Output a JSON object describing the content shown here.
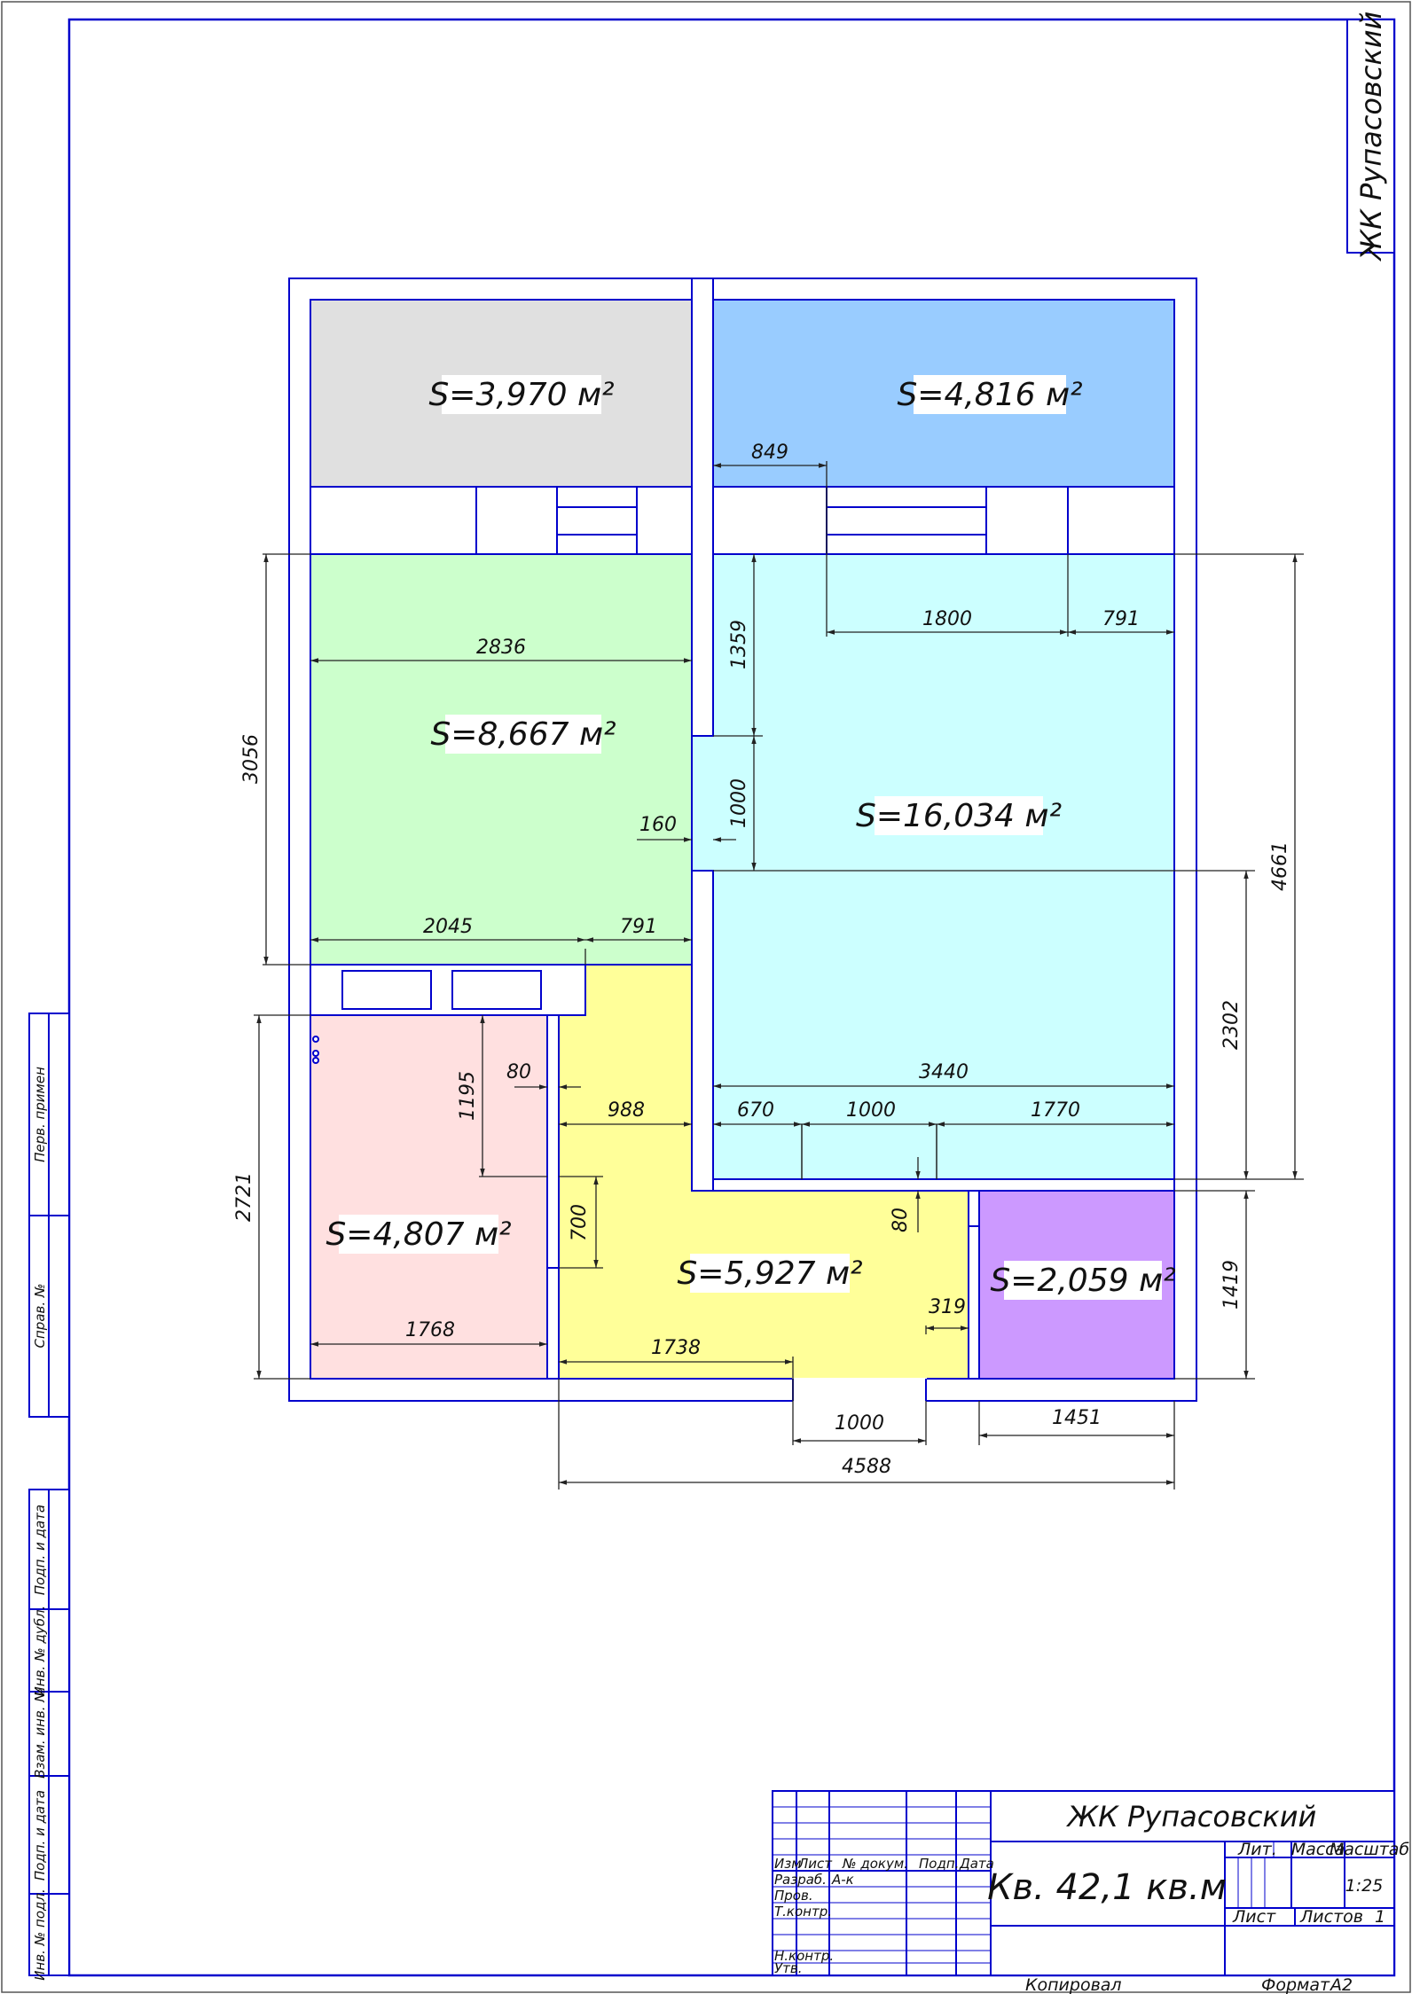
{
  "colors": {
    "frame": "#0000cc",
    "dimension": "#222222",
    "room_gray": "#e0e0e0",
    "room_blue": "#99ccff",
    "room_green": "#ccffcc",
    "room_cyan": "#ccffff",
    "room_pink": "#ffe0e0",
    "room_yellow": "#ffff99",
    "room_violet": "#cc99ff"
  },
  "corner_title": "ЖК Рупасовский",
  "rooms": [
    {
      "id": "room-gray",
      "area": "S=3,970 м²",
      "color": "#e0e0e0"
    },
    {
      "id": "room-blue",
      "area": "S=4,816 м²",
      "color": "#99ccff"
    },
    {
      "id": "room-green",
      "area": "S=8,667 м²",
      "color": "#ccffcc"
    },
    {
      "id": "room-cyan",
      "area": "S=16,034 м²",
      "color": "#ccffff"
    },
    {
      "id": "room-pink",
      "area": "S=4,807 м²",
      "color": "#ffe0e0"
    },
    {
      "id": "room-yellow",
      "area": "S=5,927 м²",
      "color": "#ffff99"
    },
    {
      "id": "room-violet",
      "area": "S=2,059 м²",
      "color": "#cc99ff"
    }
  ],
  "dimensions": {
    "d849": "849",
    "d1800": "1800",
    "d791_top": "791",
    "d2836": "2836",
    "d1359": "1359",
    "d3056": "3056",
    "d1000_v": "1000",
    "d160": "160",
    "d4661": "4661",
    "d2045": "2045",
    "d791_mid": "791",
    "d2302": "2302",
    "d80_left": "80",
    "d1195": "1195",
    "d2721": "2721",
    "d988": "988",
    "d3440": "3440",
    "d670": "670",
    "d1000_h": "1000",
    "d1770": "1770",
    "d700": "700",
    "d80_door": "80",
    "d1419": "1419",
    "d319": "319",
    "d1768": "1768",
    "d1738": "1738",
    "d1000_bottom": "1000",
    "d1451": "1451",
    "d4588": "4588"
  },
  "side_stamp": {
    "perv_primen": "Перв. примен",
    "sprav_no": "Справ. №",
    "podp_data_1": "Подп. и дата",
    "inv_dubl": "Инв. № дубл.",
    "vzam_inv": "Взам. инв. №",
    "podp_data_2": "Подп. и дата",
    "inv_podl": "Инв. № подл."
  },
  "title_block": {
    "project": "ЖК Рупасовский",
    "designation": "Кв. 42,1 кв.м",
    "headers": {
      "izm": "Изм",
      "list": "Лист",
      "doc_no": "№ докум.",
      "podp": "Подп.",
      "data": "Дата"
    },
    "rows": {
      "razrab": "Разраб.",
      "razrab_value": "А-к",
      "prov": "Пров.",
      "tkontr": "Т.контр.",
      "nkontr": "Н.контр.",
      "utv": "Утв."
    },
    "lit": "Лит.",
    "massa": "Масса",
    "masshtab": "Масштаб",
    "scale": "1:25",
    "sheet": "Лист",
    "sheets": "Листов",
    "sheets_count": "1",
    "kopiroval": "Копировал",
    "format_label": "Формат",
    "format_value": "А2"
  }
}
